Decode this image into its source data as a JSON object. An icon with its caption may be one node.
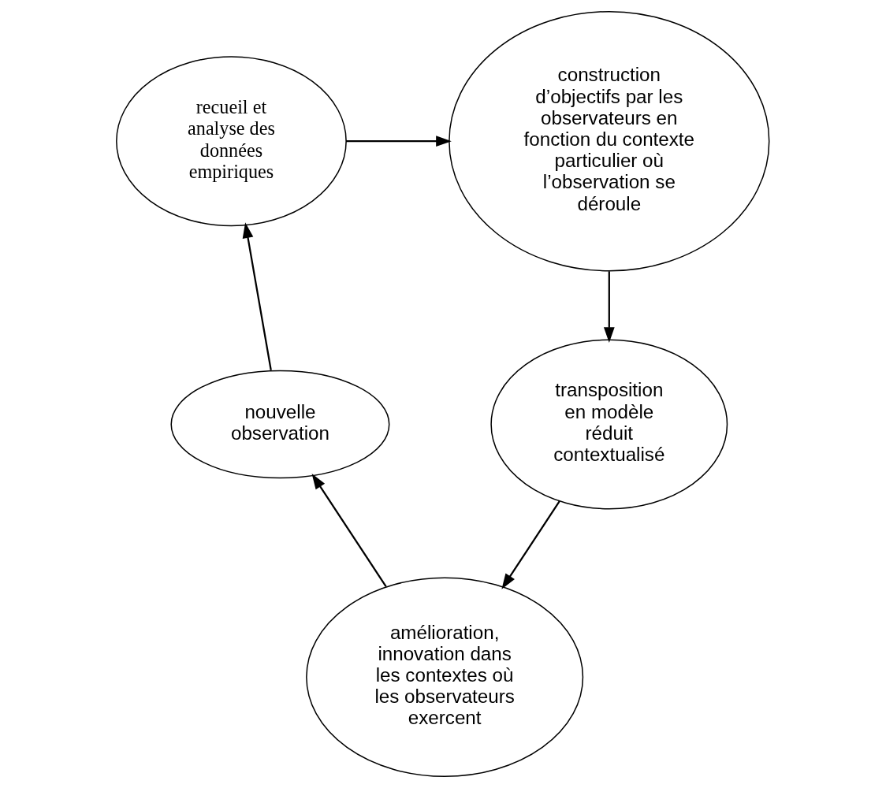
{
  "diagram": {
    "nodes": [
      {
        "text": [
          "recueil et analyse des données empiriques"
        ]
      },
      {
        "text": [
          "construction d’objectifs par les observateurs en fonction du contexte particulier où l’observation se déroule"
        ]
      },
      {
        "text": [
          "nouvelle observation"
        ]
      },
      {
        "text": [
          "transposition en modèle réduit contextualisé"
        ]
      },
      {
        "text": [
          "amélioration, innovation dans les contextes où les observateurs exercent"
        ]
      }
    ],
    "edges": [
      {
        "from": 0,
        "to": 1,
        "arrow": "to"
      },
      {
        "from": 1,
        "to": 3,
        "arrow": "to"
      },
      {
        "from": 3,
        "to": 4,
        "arrow": "to"
      },
      {
        "from": 4,
        "to": 2,
        "arrow": "to"
      },
      {
        "from": 2,
        "to": 0,
        "arrow": "to"
      }
    ]
  }
}
